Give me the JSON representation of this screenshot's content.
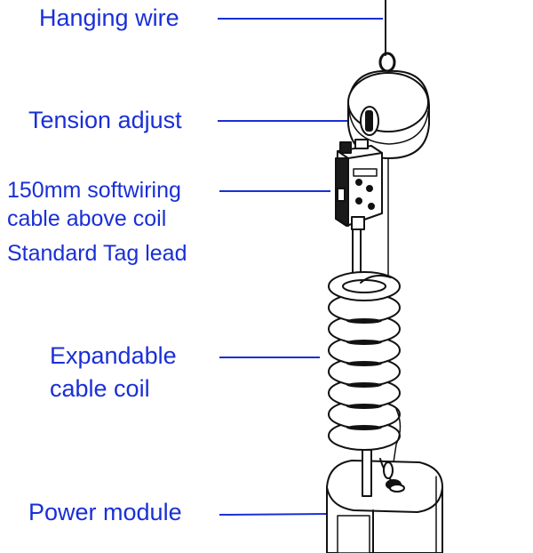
{
  "colors": {
    "label": "#1a2fd6",
    "leader": "#1a2fd6",
    "line_art": "#111111"
  },
  "callouts": {
    "hanging_wire": "Hanging wire",
    "tension_adjust": "Tension adjust",
    "softwiring_line1": "150mm softwiring",
    "softwiring_line2": "cable above coil",
    "softwiring_line3": "Standard Tag lead",
    "cable_coil_line1": "Expandable",
    "cable_coil_line2": "cable coil",
    "power_module": "Power module"
  }
}
